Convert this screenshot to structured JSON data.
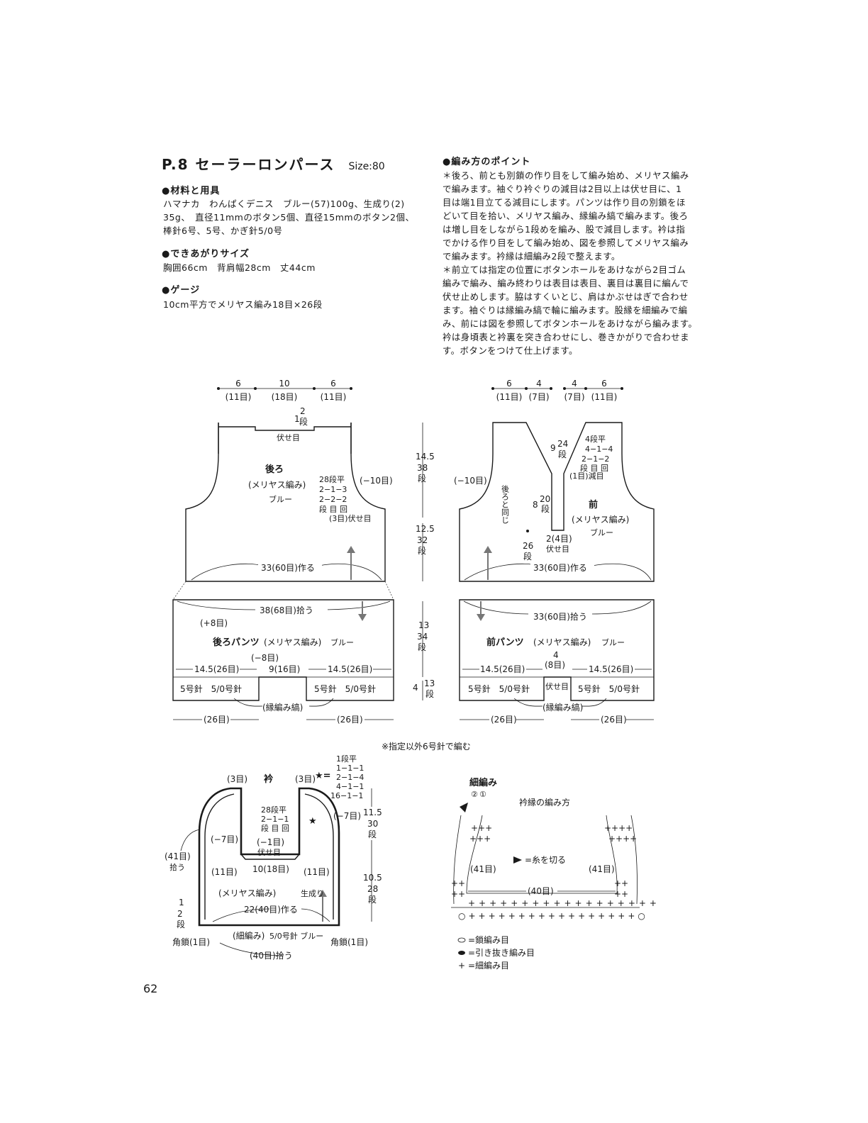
{
  "header": {
    "page_ref": "P.8",
    "title": "セーラーロンパース",
    "size": "Size:80"
  },
  "materials": {
    "heading": "●材料と用具",
    "lines": [
      "ハマナカ　わんぱくデニス　ブルー(57)100g、生成り(2)",
      "35g、　直径11mmのボタン5個、直径15mmのボタン2個、",
      "棒針6号、5号、かぎ針5/0号"
    ]
  },
  "finished_size": {
    "heading": "●できあがりサイズ",
    "text": "胸囲66cm　背肩幅28cm　丈44cm"
  },
  "gauge": {
    "heading": "●ゲージ",
    "text": "10cm平方でメリヤス編み18目×26段"
  },
  "points": {
    "heading": "●編み方のポイント",
    "lines": [
      "＊後ろ、前とも別鎖の作り目をして編み始め、メリヤス編み",
      "で編みます。袖ぐり衿ぐりの減目は2目以上は伏せ目に、1",
      "目は端1目立てる減目にします。パンツは作り目の別鎖をほ",
      "どいて目を拾い、メリヤス編み、縁編み縞で編みます。後ろ",
      "は増し目をしながら1段めを編み、股で減目します。衿は指",
      "でかける作り目をして編み始め、図を参照してメリヤス編み",
      "で編みます。衿縁は細編み2段で整えます。",
      "＊前立ては指定の位置にボタンホールをあけながら2目ゴム",
      "編みで編み、編み終わりは表目は表目、裏目は裏目に編んで",
      "伏せ止めします。脇はすくいとじ、肩はかぶせはぎで合わせ",
      "ます。袖ぐりは縁編み縞で輪に編みます。股縁を細編みで編",
      "み、前には図を参照してボタンホールをあけながら編みます。",
      "衿は身頃表と衿裏を突き合わせにし、巻きかがりで合わせま",
      "す。ボタンをつけて仕上げます。"
    ]
  },
  "back": {
    "top_w": [
      "6",
      "10",
      "6"
    ],
    "top_st": [
      "(11目)",
      "(18目)",
      "(11目)"
    ],
    "neck_1": "1",
    "neck_rows": [
      "2",
      "段"
    ],
    "bind_off": "伏せ目",
    "name": "後ろ",
    "stitch": "(メリヤス編み)",
    "color": "ブルー",
    "dec_table": [
      "28段平",
      "2−1−3",
      "2−2−2",
      "段 目 回"
    ],
    "dec_bind": "(3目)伏せ目",
    "dec_side": "(−10目)",
    "cast_on": "33(60目)作る"
  },
  "front": {
    "top_w": [
      "6",
      "4",
      "4",
      "6"
    ],
    "top_st": [
      "(11目)",
      "(7目)",
      "(7目)",
      "(11目)"
    ],
    "dec_side": "(−10目)",
    "same_as_back": "後ろと同じ",
    "v_9": "9",
    "v_24": [
      "24",
      "段"
    ],
    "v_8": "8",
    "v_20": [
      "20",
      "段"
    ],
    "v_table": [
      "4段平",
      "4−1−4",
      "2−1−2",
      "段 目 回",
      "(1目)減目"
    ],
    "name": "前",
    "stitch": "(メリヤス編み)",
    "color": "ブルー",
    "center_2": "2(4目)",
    "center_bind": "伏せ目",
    "center_26": [
      "26",
      "段"
    ],
    "cast_on": "33(60目)作る"
  },
  "middle_dims": {
    "h1": "14.5",
    "h1_rows": [
      "38",
      "段"
    ],
    "h2": "12.5",
    "h2_rows": [
      "32",
      "段"
    ],
    "h3": "13",
    "h3_rows": [
      "34",
      "段"
    ],
    "h4": "4",
    "h4_rows": [
      "13",
      "段"
    ]
  },
  "back_pants": {
    "pick_up": "38(68目)拾う",
    "increase": "(+8目)",
    "name": "後ろパンツ",
    "stitch": "(メリヤス編み)",
    "color": "ブルー",
    "dec": "(−8目)",
    "crotch": "9(16目)",
    "left_w": "14.5(26目)",
    "right_w": "14.5(26目)",
    "needles_l": "5号針　5/0号針",
    "needles_r": "5号針　5/0号針",
    "edge": "(縁編み縞)",
    "bottom_l": "(26目)",
    "bottom_r": "(26目)"
  },
  "front_pants": {
    "pick_up": "33(60目)拾う",
    "name": "前パンツ",
    "stitch": "(メリヤス編み)",
    "color": "ブルー",
    "crotch_4": "4",
    "crotch_8": "(8目)",
    "crotch_bind": "伏せ目",
    "left_w": "14.5(26目)",
    "right_w": "14.5(26目)",
    "needles_l": "5号針　5/0号針",
    "needles_r": "5号針　5/0号針",
    "edge": "(縁編み縞)",
    "bottom_l": "(26目)",
    "bottom_r": "(26目)"
  },
  "note": "※指定以外6号針で編む",
  "collar": {
    "name": "衿",
    "st3_l": "(3目)",
    "st3_r": "(3目)",
    "star_eq": "★=",
    "star_table": [
      "1段平",
      "1−1−1",
      "2−1−4",
      "4−1−1",
      "16−1−1"
    ],
    "star": "★",
    "minus7_r": "(−7目)",
    "minus7_l": "(−7目)",
    "inner_table": [
      "28段平",
      "2−1−1",
      "段 目 回"
    ],
    "minus1": "(−1目)",
    "bind": "伏せ目",
    "pick41": [
      "(41目)",
      "拾う"
    ],
    "st11_l": "(11目)",
    "st10": "10(18目)",
    "st11_r": "(11目)",
    "stitch": "(メリヤス編み)",
    "color": "生成り",
    "cast_on": "22(40目)作る",
    "rows_1": "1",
    "rows_2": [
      "2",
      "段"
    ],
    "edge": "(細編み)",
    "edge_needle": "5/0号針 ブルー",
    "corner_l": "角鎖(1目)",
    "corner_r": "角鎖(1目)",
    "pick40": "(40目)拾う",
    "h1": "11.5",
    "h1_rows": [
      "30",
      "段"
    ],
    "h2": "10.5",
    "h2_rows": [
      "28",
      "段"
    ]
  },
  "crochet": {
    "title": "細編み",
    "subtitle": "衿縁の編み方",
    "row_marks": [
      "②",
      "①"
    ],
    "cut_yarn": "=糸を切る",
    "st41_l": "(41目)",
    "st41_r": "(41目)",
    "st40": "(40目)",
    "legend": [
      {
        "sym": "○",
        "label": "=鎖編み目"
      },
      {
        "sym": "●",
        "label": "=引き抜き編み目"
      },
      {
        "sym": "+",
        "label": "=細編み目"
      }
    ]
  },
  "page_number": "62"
}
